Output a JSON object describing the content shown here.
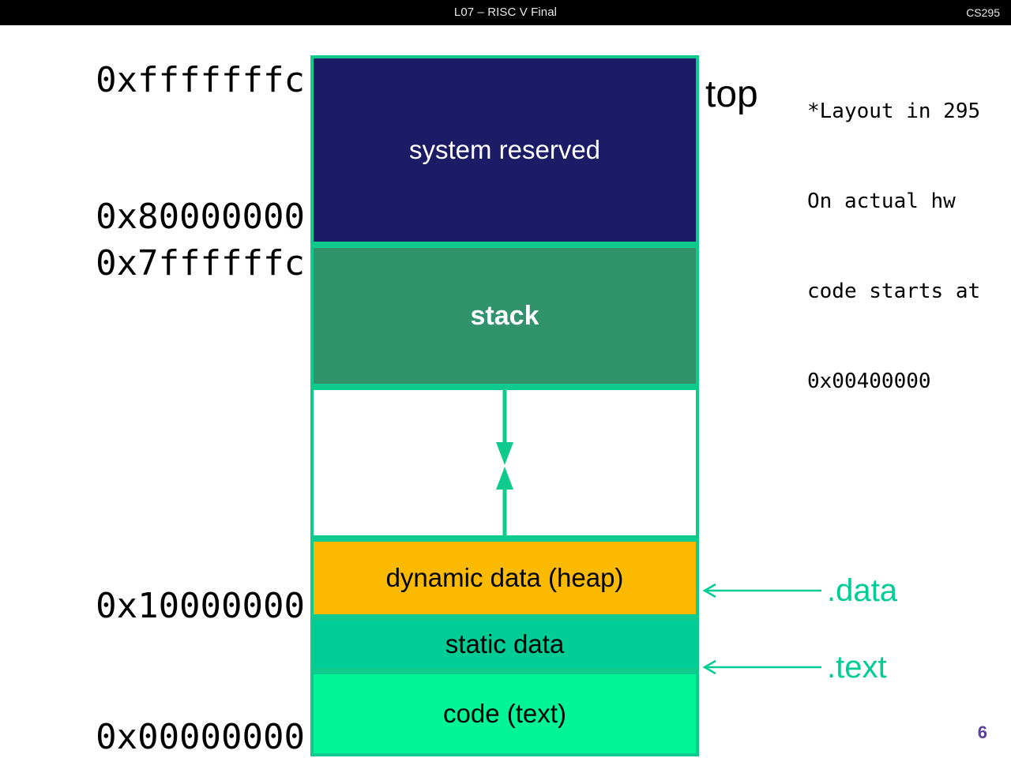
{
  "header": {
    "title": "L07 – RISC V Final",
    "course": "CS295"
  },
  "addresses": {
    "top_of_memory": "0xfffffffc",
    "system_bottom": "0x80000000",
    "stack_top": "0x7ffffffc",
    "static_data_base": "0x10000000",
    "memory_zero": "0x00000000"
  },
  "memory_map": {
    "blocks": [
      {
        "label": "system reserved",
        "color": "#1c1c66",
        "text_color": "#ffffff"
      },
      {
        "label": "stack",
        "color": "#31936c",
        "text_color": "#ffffff"
      },
      {
        "label": "",
        "color": "#ffffff",
        "text_color": "#000000"
      },
      {
        "label": "dynamic data (heap)",
        "color": "#fbb900",
        "text_color": "#000000"
      },
      {
        "label": "static data",
        "color": "#00cc96",
        "text_color": "#000000"
      },
      {
        "label": "code (text)",
        "color": "#00f596",
        "text_color": "#000000"
      }
    ],
    "border_color": "#0ecb8d",
    "arrow_color": "#0ecb8d",
    "stack_growth_direction": "down",
    "heap_growth_direction": "up"
  },
  "labels": {
    "top": "top"
  },
  "callouts": [
    {
      "label": ".data",
      "target": "static data",
      "color": "#00cc96"
    },
    {
      "label": ".text",
      "target": "code (text)",
      "color": "#00cc96"
    }
  ],
  "footnote": {
    "line1": "*Layout in 295",
    "line2": "On actual hw",
    "line3": "code starts at",
    "line4": "0x00400000"
  },
  "slide_number": "6"
}
